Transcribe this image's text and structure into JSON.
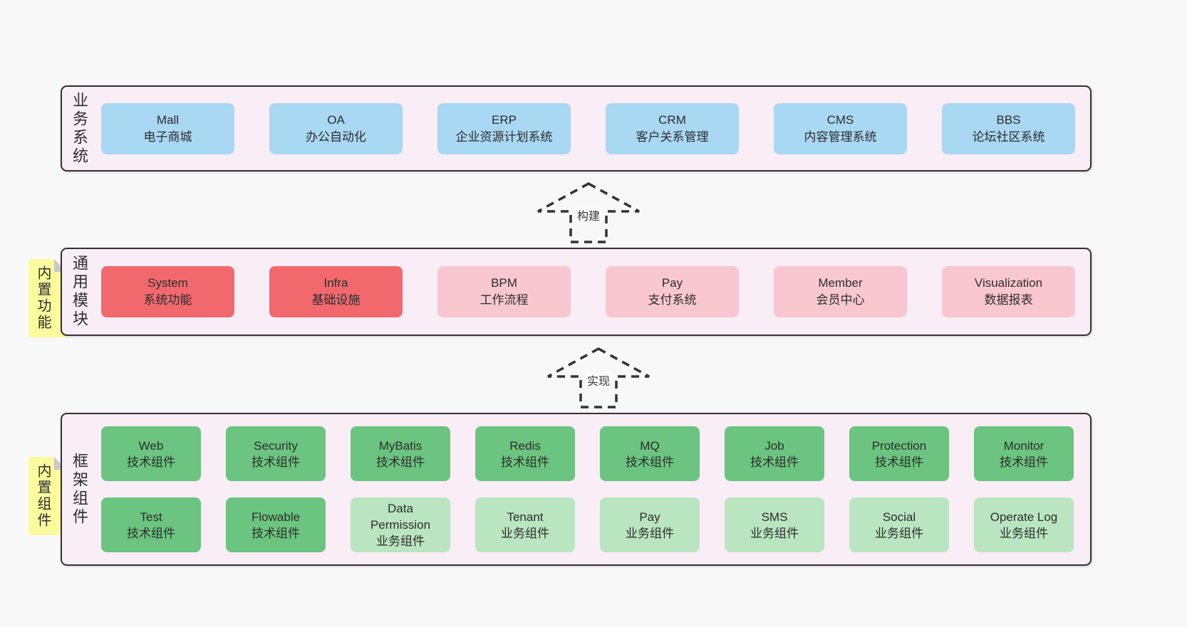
{
  "diagram": {
    "layers": [
      {
        "label": "业务系统",
        "boxes": [
          {
            "title": "Mall",
            "subtitle": "电子商城"
          },
          {
            "title": "OA",
            "subtitle": "办公自动化"
          },
          {
            "title": "ERP",
            "subtitle": "企业资源计划系统"
          },
          {
            "title": "CRM",
            "subtitle": "客户关系管理"
          },
          {
            "title": "CMS",
            "subtitle": "内容管理系统"
          },
          {
            "title": "BBS",
            "subtitle": "论坛社区系统"
          }
        ]
      },
      {
        "label": "通用模块",
        "note": "内置功能",
        "boxes": [
          {
            "title": "System",
            "subtitle": "系统功能"
          },
          {
            "title": "Infra",
            "subtitle": "基础设施"
          },
          {
            "title": "BPM",
            "subtitle": "工作流程"
          },
          {
            "title": "Pay",
            "subtitle": "支付系统"
          },
          {
            "title": "Member",
            "subtitle": "会员中心"
          },
          {
            "title": "Visualization",
            "subtitle": "数据报表"
          }
        ]
      },
      {
        "label": "框架组件",
        "note": "内置组件",
        "boxes": [
          {
            "title": "Web",
            "subtitle": "技术组件"
          },
          {
            "title": "Security",
            "subtitle": "技术组件"
          },
          {
            "title": "MyBatis",
            "subtitle": "技术组件"
          },
          {
            "title": "Redis",
            "subtitle": "技术组件"
          },
          {
            "title": "MQ",
            "subtitle": "技术组件"
          },
          {
            "title": "Job",
            "subtitle": "技术组件"
          },
          {
            "title": "Protection",
            "subtitle": "技术组件"
          },
          {
            "title": "Monitor",
            "subtitle": "技术组件"
          },
          {
            "title": "Test",
            "subtitle": "技术组件"
          },
          {
            "title": "Flowable",
            "subtitle": "技术组件"
          },
          {
            "title": "Data Permission",
            "subtitle": "业务组件"
          },
          {
            "title": "Tenant",
            "subtitle": "业务组件"
          },
          {
            "title": "Pay",
            "subtitle": "业务组件"
          },
          {
            "title": "SMS",
            "subtitle": "业务组件"
          },
          {
            "title": "Social",
            "subtitle": "业务组件"
          },
          {
            "title": "Operate Log",
            "subtitle": "业务组件"
          }
        ]
      }
    ],
    "arrows": [
      {
        "label": "构建"
      },
      {
        "label": "实现"
      }
    ],
    "colors": {
      "blue": "#A8D8F2",
      "red": "#F1696D",
      "pink": "#F9C7D0",
      "green": "#6BC47F",
      "lightGreen": "#B9E5C0",
      "layerBg": "#F9EDF6",
      "stickyYellow": "#FBFB9E",
      "fold": "#C9C9C9",
      "border": "#333333"
    }
  }
}
